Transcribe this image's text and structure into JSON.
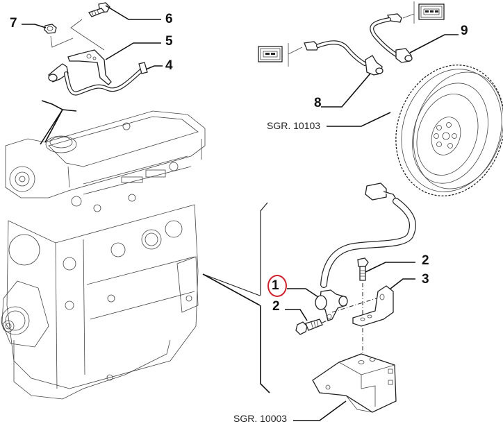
{
  "diagram": {
    "title": "Engine sensor exploded parts diagram",
    "highlight_color": "#d0202a",
    "callouts": [
      {
        "id": "c1",
        "label": "1",
        "highlighted": true
      },
      {
        "id": "c2a",
        "label": "2"
      },
      {
        "id": "c2b",
        "label": "2"
      },
      {
        "id": "c3",
        "label": "3"
      },
      {
        "id": "c4",
        "label": "4"
      },
      {
        "id": "c5",
        "label": "5"
      },
      {
        "id": "c6",
        "label": "6"
      },
      {
        "id": "c7",
        "label": "7"
      },
      {
        "id": "c8",
        "label": "8"
      },
      {
        "id": "c9",
        "label": "9"
      }
    ],
    "references": [
      {
        "id": "r1",
        "label": "SGR. 10103"
      },
      {
        "id": "r2",
        "label": "SGR. 10003"
      }
    ],
    "connectors": [
      {
        "id": "conn-2pin",
        "pins": 2
      },
      {
        "id": "conn-3pin",
        "pins": 3
      }
    ]
  }
}
